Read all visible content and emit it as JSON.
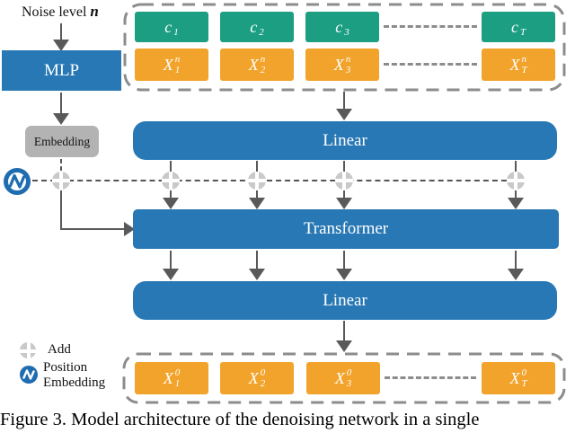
{
  "colors": {
    "blue": "#2878b5",
    "green": "#1b9e81",
    "orange": "#f2a32b",
    "graybox": "#b3b3b3",
    "dashgray": "#8c8c8c",
    "dashdark": "#555555",
    "arrow": "#595959",
    "addgray": "#c9c9c9",
    "pe": "#1f6cb0"
  },
  "labels": {
    "noise_level_text": "Noise level ",
    "noise_level_var": "n",
    "mlp": "MLP",
    "embedding": "Embedding",
    "linear_top": "Linear",
    "transformer": "Transformer",
    "linear_bottom": "Linear"
  },
  "tokens": {
    "condition_row": [
      {
        "base": "c",
        "sub": "1"
      },
      {
        "base": "c",
        "sub": "2"
      },
      {
        "base": "c",
        "sub": "3"
      },
      {
        "base": "c",
        "sub": "T"
      }
    ],
    "noisy_input_row": [
      {
        "base": "X",
        "sub": "1",
        "sup": "n"
      },
      {
        "base": "X",
        "sub": "2",
        "sup": "n"
      },
      {
        "base": "X",
        "sub": "3",
        "sup": "n"
      },
      {
        "base": "X",
        "sub": "T",
        "sup": "n"
      }
    ],
    "denoised_output_row": [
      {
        "base": "X",
        "sub": "1",
        "sup": "0"
      },
      {
        "base": "X",
        "sub": "2",
        "sup": "0"
      },
      {
        "base": "X",
        "sub": "3",
        "sup": "0"
      },
      {
        "base": "X",
        "sub": "T",
        "sup": "0"
      }
    ]
  },
  "legend": {
    "add_label": "Add",
    "position_embedding_label": "Position\nEmbedding"
  },
  "caption": "Figure 3. Model architecture of the denoising network in a single"
}
